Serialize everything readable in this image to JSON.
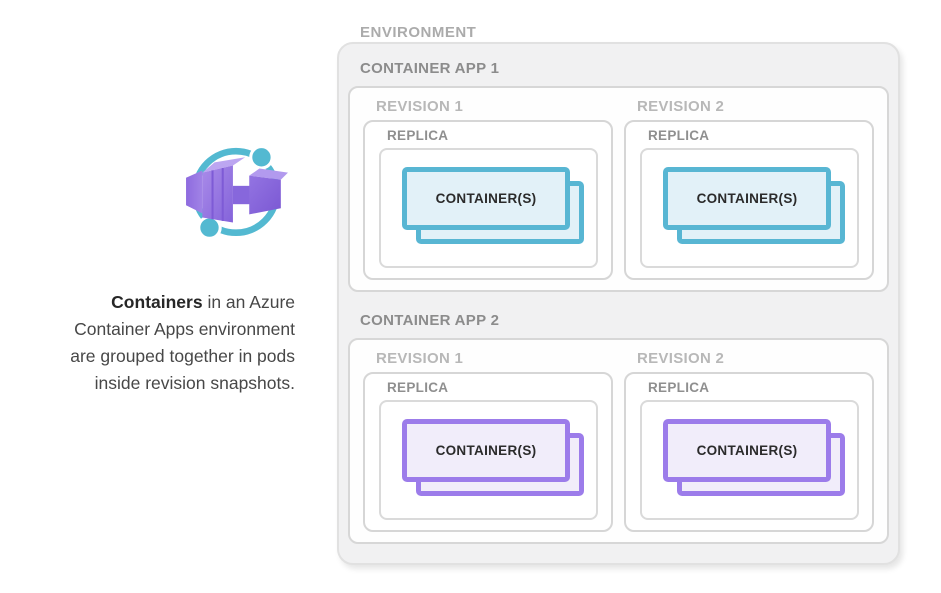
{
  "sidebar": {
    "icon": "azure-container-apps",
    "caption_lines": [
      {
        "bold": "Containers",
        "rest": " in an Azure"
      },
      {
        "bold": "",
        "rest": "Container Apps environment"
      },
      {
        "bold": "",
        "rest": "are grouped together in pods"
      },
      {
        "bold": "",
        "rest": "inside revision snapshots."
      }
    ]
  },
  "colors": {
    "environment_fill": "#F1F1F2",
    "environment_border": "#E1E1E1",
    "inner_box_border": "#D6D6D6",
    "label_environment": "#ABABAB",
    "label_container_app": "#8C8C8C",
    "label_revision": "#B8B8B8",
    "label_replica": "#8F8F8F",
    "container_text": "#2B2B2B",
    "teal_border": "#58B6D3",
    "teal_fill": "#E2F1F8",
    "purple_border": "#9C7CEA",
    "purple_fill": "#F1EDFA",
    "icon_ring": "#53B9D1",
    "icon_purple_dark": "#7B58D3",
    "icon_purple_light": "#A98BE9"
  },
  "diagram": {
    "environment_label": "ENVIRONMENT",
    "apps": [
      {
        "label": "CONTAINER APP 1",
        "container_border": "#58B6D3",
        "container_fill": "#E2F1F8",
        "revisions": [
          {
            "label": "REVISION 1",
            "replica_label": "REPLICA",
            "container_label": "CONTAINER(S)"
          },
          {
            "label": "REVISION 2",
            "replica_label": "REPLICA",
            "container_label": "CONTAINER(S)"
          }
        ]
      },
      {
        "label": "CONTAINER APP 2",
        "container_border": "#9C7CEA",
        "container_fill": "#F1EDFA",
        "revisions": [
          {
            "label": "REVISION 1",
            "replica_label": "REPLICA",
            "container_label": "CONTAINER(S)"
          },
          {
            "label": "REVISION 2",
            "replica_label": "REPLICA",
            "container_label": "CONTAINER(S)"
          }
        ]
      }
    ]
  }
}
